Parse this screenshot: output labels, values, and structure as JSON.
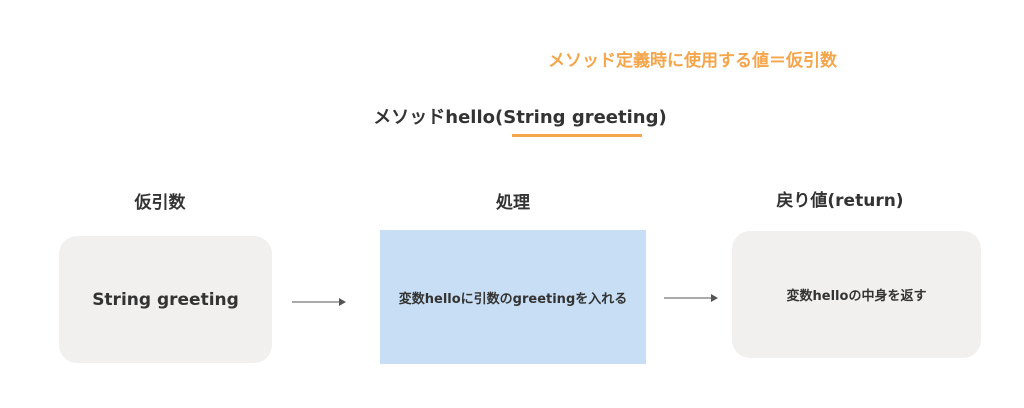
{
  "annotation": {
    "text": "メソッド定義時に使用する値＝仮引数"
  },
  "method": {
    "title": "メソッドhello(String greeting)"
  },
  "columns": {
    "params_label": "仮引数",
    "process_label": "処理",
    "return_label": "戻り値(return)"
  },
  "boxes": {
    "params_text": "String greeting",
    "process_text": "変数helloに引数のgreetingを入れる",
    "return_text": "変数helloの中身を返す"
  },
  "colors": {
    "accent": "#f5a54a",
    "box_gray": "#f1f0ef",
    "box_blue": "#c8def4",
    "text": "#333333",
    "arrow": "#555555"
  }
}
